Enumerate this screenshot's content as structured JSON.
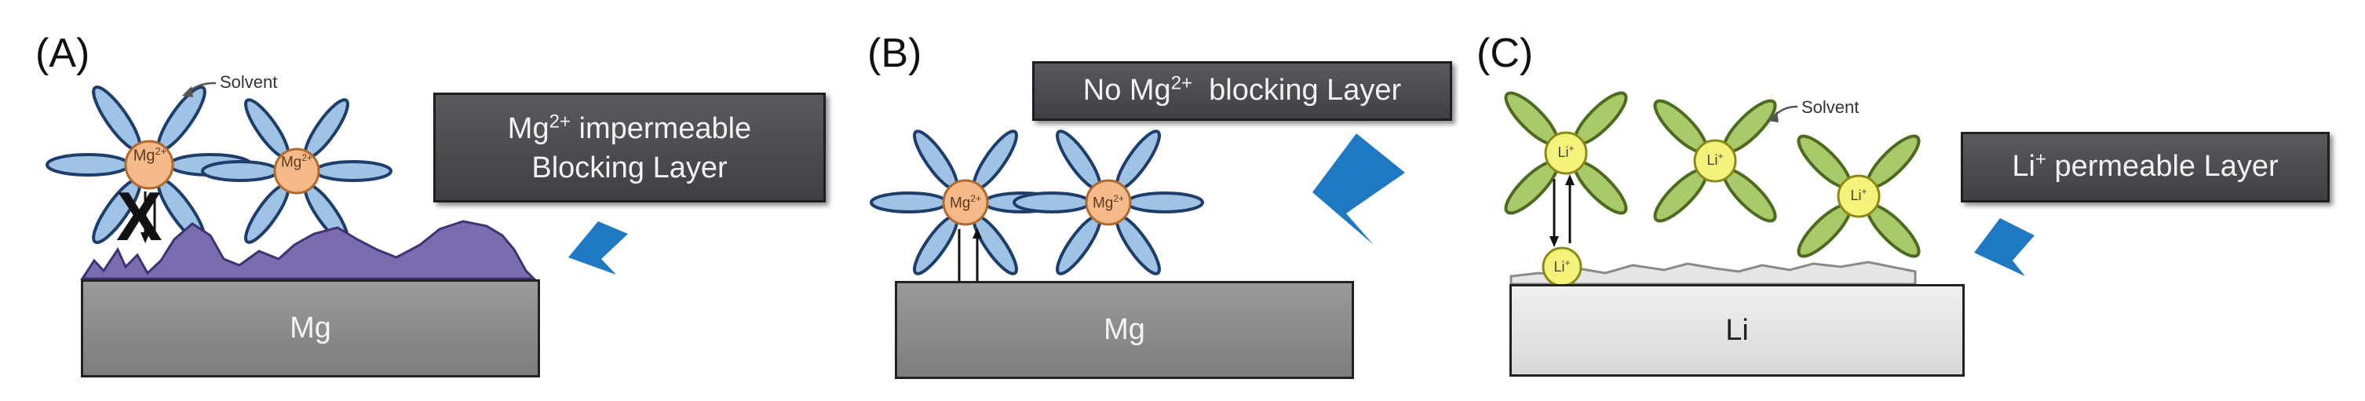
{
  "panels": [
    {
      "label": "(A)",
      "callout_main": "Mg",
      "callout_sup": "2+",
      "callout_rest": " impermeable",
      "callout_line2": "Blocking Layer",
      "solvent_label": "Solvent",
      "ion_text": "Mg",
      "ion_sup": "2+",
      "blocked_mark": "X",
      "substrate": "Mg"
    },
    {
      "label": "(B)",
      "callout_pre": "No Mg",
      "callout_sup": "2+",
      "callout_rest": "  blocking Layer",
      "ion_text": "Mg",
      "ion_sup": "2+",
      "substrate": "Mg"
    },
    {
      "label": "(C)",
      "callout_pre": "Li",
      "callout_sup": "+",
      "callout_rest": " permeable Layer",
      "solvent_label": "Solvent",
      "ion_text": "Li",
      "ion_sup": "+",
      "substrate": "Li"
    }
  ],
  "colors": {
    "mg_ion": "#f6b98a",
    "li_ion": "#f4f27a",
    "mg_solvent": "#9fc3e4",
    "li_solvent": "#a9c96a",
    "blocking_layer": "#7a6cae",
    "arrow": "#1e78c2"
  },
  "icons": [
    "solvated-mg-ion-icon",
    "solvated-li-ion-icon",
    "blue-arrow-icon"
  ]
}
